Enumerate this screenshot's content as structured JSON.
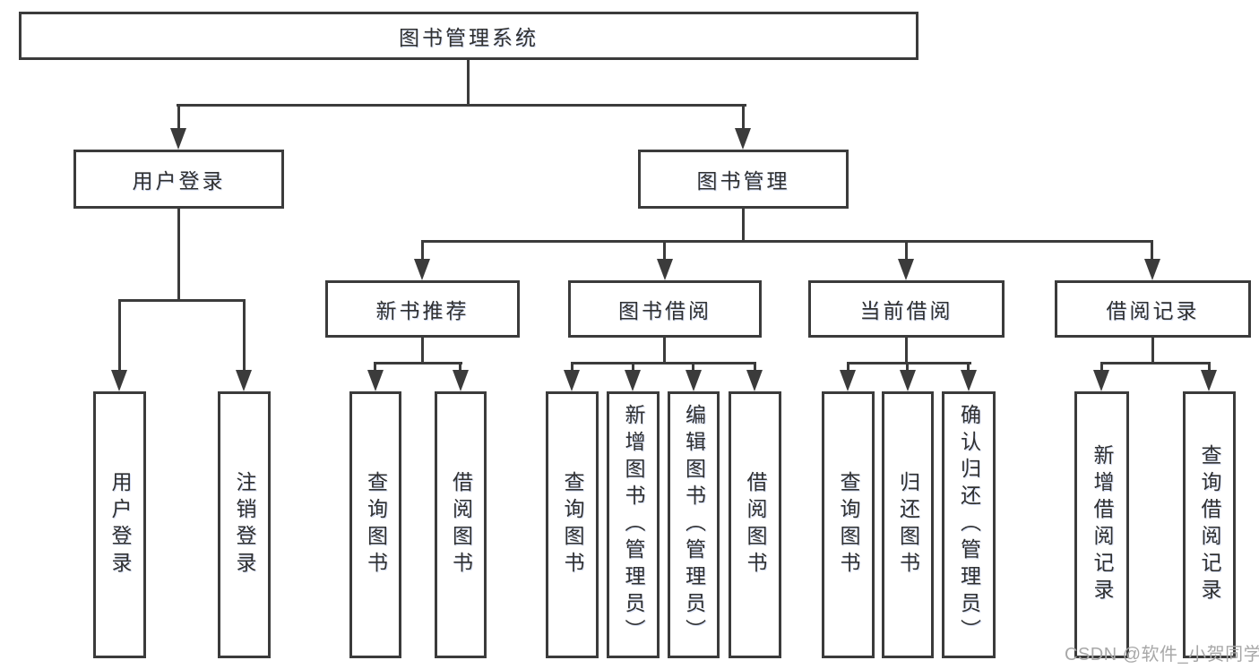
{
  "tree": {
    "root": "图书管理系统",
    "branches": [
      {
        "label": "用户登录",
        "children": [
          "用户登录",
          "注销登录"
        ]
      },
      {
        "label": "图书管理",
        "children": [
          {
            "label": "新书推荐",
            "children": [
              "查询图书",
              "借阅图书"
            ]
          },
          {
            "label": "图书借阅",
            "children": [
              "查询图书",
              "新增图书（管理员）",
              "编辑图书（管理员）",
              "借阅图书"
            ]
          },
          {
            "label": "当前借阅",
            "children": [
              "查询图书",
              "归还图书",
              "确认归还（管理员）"
            ]
          },
          {
            "label": "借阅记录",
            "children": [
              "新增借阅记录",
              "查询借阅记录"
            ]
          }
        ]
      }
    ]
  },
  "watermark": {
    "text": "CSDN @软件_小贺同学"
  },
  "colors": {
    "background": "#ffffff",
    "line": "#3b3b3b",
    "text": "#303030",
    "watermark": "#a8a8a8"
  }
}
